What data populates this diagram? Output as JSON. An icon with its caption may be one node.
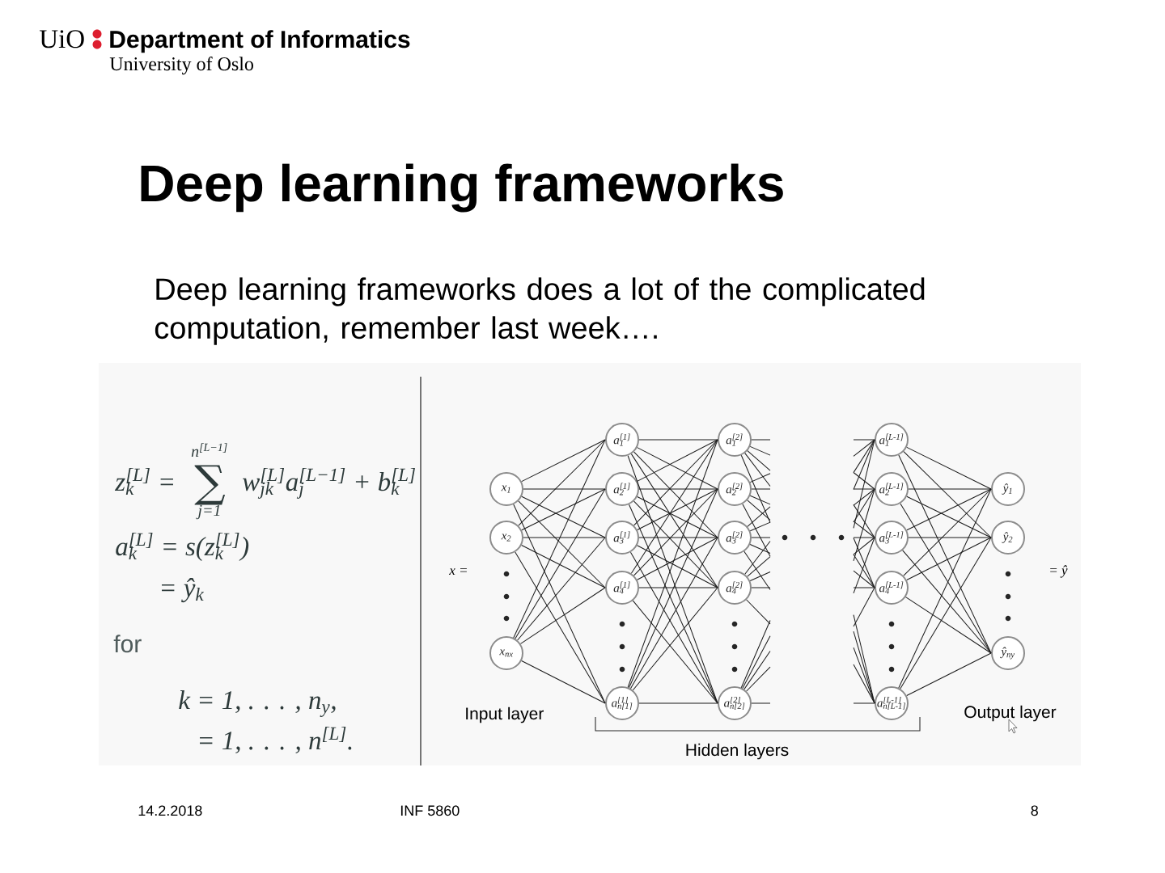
{
  "diagram": {
    "title": "Deep learning frameworks",
    "nodes": [
      {
        "text": [
          "x$_{1}$"
        ]
      },
      {
        "text": [
          "x$_{2}$"
        ]
      },
      {
        "text": [
          "x$_{nx}$"
        ]
      },
      {
        "text": [
          "a$_{1}$$^{[1]}$"
        ]
      },
      {
        "text": [
          "a$_{2}$$^{[1]}$"
        ]
      },
      {
        "text": [
          "a$_{3}$$^{[1]}$"
        ]
      },
      {
        "text": [
          "a$_{4}$$^{[1]}$"
        ]
      },
      {
        "text": [
          "a$_{n[1]}$$^{[1]}$"
        ]
      },
      {
        "text": [
          "a$_{1}$$^{[2]}$"
        ]
      },
      {
        "text": [
          "a$_{2}$$^{[2]}$"
        ]
      },
      {
        "text": [
          "a$_{3}$$^{[2]}$"
        ]
      },
      {
        "text": [
          "a$_{4}$$^{[2]}$"
        ]
      },
      {
        "text": [
          "a$_{n[2]}$$^{[2]}$"
        ]
      },
      {
        "text": [
          "a$_{1}$$^{[L-1]}$"
        ]
      },
      {
        "text": [
          "a$_{2}$$^{[L-1]}$"
        ]
      },
      {
        "text": [
          "a$_{3}$$^{[L-1]}$"
        ]
      },
      {
        "text": [
          "a$_{4}$$^{[L-1]}$"
        ]
      },
      {
        "text": [
          "a$_{n[L-1]}$$^{[L-1]}$"
        ]
      },
      {
        "text": [
          "ŷ$_{1}$"
        ]
      },
      {
        "text": [
          "ŷ$_{2}$"
        ]
      },
      {
        "text": [
          "ŷ$_{ny}$"
        ]
      }
    ],
    "edges": [
      {
        "from": 0,
        "to": 3,
        "arrow": "none"
      },
      {
        "from": 0,
        "to": 4,
        "arrow": "none"
      },
      {
        "from": 0,
        "to": 5,
        "arrow": "none"
      },
      {
        "from": 0,
        "to": 6,
        "arrow": "none"
      },
      {
        "from": 0,
        "to": 7,
        "arrow": "none"
      },
      {
        "from": 1,
        "to": 3,
        "arrow": "none"
      },
      {
        "from": 1,
        "to": 4,
        "arrow": "none"
      },
      {
        "from": 1,
        "to": 5,
        "arrow": "none"
      },
      {
        "from": 1,
        "to": 6,
        "arrow": "none"
      },
      {
        "from": 1,
        "to": 7,
        "arrow": "none"
      },
      {
        "from": 2,
        "to": 3,
        "arrow": "none"
      },
      {
        "from": 2,
        "to": 4,
        "arrow": "none"
      },
      {
        "from": 2,
        "to": 5,
        "arrow": "none"
      },
      {
        "from": 2,
        "to": 6,
        "arrow": "none"
      },
      {
        "from": 2,
        "to": 7,
        "arrow": "none"
      },
      {
        "from": 3,
        "to": 8,
        "arrow": "none"
      },
      {
        "from": 3,
        "to": 9,
        "arrow": "none"
      },
      {
        "from": 3,
        "to": 10,
        "arrow": "none"
      },
      {
        "from": 3,
        "to": 11,
        "arrow": "none"
      },
      {
        "from": 3,
        "to": 12,
        "arrow": "none"
      },
      {
        "from": 4,
        "to": 8,
        "arrow": "none"
      },
      {
        "from": 4,
        "to": 9,
        "arrow": "none"
      },
      {
        "from": 4,
        "to": 10,
        "arrow": "none"
      },
      {
        "from": 4,
        "to": 11,
        "arrow": "none"
      },
      {
        "from": 4,
        "to": 12,
        "arrow": "none"
      },
      {
        "from": 5,
        "to": 8,
        "arrow": "none"
      },
      {
        "from": 5,
        "to": 9,
        "arrow": "none"
      },
      {
        "from": 5,
        "to": 10,
        "arrow": "none"
      },
      {
        "from": 5,
        "to": 11,
        "arrow": "none"
      },
      {
        "from": 5,
        "to": 12,
        "arrow": "none"
      },
      {
        "from": 6,
        "to": 8,
        "arrow": "none"
      },
      {
        "from": 6,
        "to": 9,
        "arrow": "none"
      },
      {
        "from": 6,
        "to": 10,
        "arrow": "none"
      },
      {
        "from": 6,
        "to": 11,
        "arrow": "none"
      },
      {
        "from": 6,
        "to": 12,
        "arrow": "none"
      },
      {
        "from": 7,
        "to": 8,
        "arrow": "none"
      },
      {
        "from": 7,
        "to": 9,
        "arrow": "none"
      },
      {
        "from": 7,
        "to": 10,
        "arrow": "none"
      },
      {
        "from": 7,
        "to": 11,
        "arrow": "none"
      },
      {
        "from": 7,
        "to": 12,
        "arrow": "none"
      },
      {
        "from": 8,
        "to": null,
        "arrow": "none"
      },
      {
        "from": 8,
        "to": null,
        "arrow": "none"
      },
      {
        "from": 8,
        "to": null,
        "arrow": "none"
      },
      {
        "from": 8,
        "to": null,
        "arrow": "none"
      },
      {
        "from": 8,
        "to": null,
        "arrow": "none"
      },
      {
        "from": 9,
        "to": null,
        "arrow": "none"
      },
      {
        "from": 9,
        "to": null,
        "arrow": "none"
      },
      {
        "from": 9,
        "to": null,
        "arrow": "none"
      },
      {
        "from": 9,
        "to": null,
        "arrow": "none"
      },
      {
        "from": 9,
        "to": null,
        "arrow": "none"
      },
      {
        "from": 10,
        "to": null,
        "arrow": "none"
      },
      {
        "from": 10,
        "to": null,
        "arrow": "none"
      },
      {
        "from": 10,
        "to": null,
        "arrow": "none"
      },
      {
        "from": 10,
        "to": null,
        "arrow": "none"
      },
      {
        "from": 10,
        "to": null,
        "arrow": "none"
      },
      {
        "from": 11,
        "to": null,
        "arrow": "none"
      },
      {
        "from": 11,
        "to": null,
        "arrow": "none"
      },
      {
        "from": 11,
        "to": null,
        "arrow": "none"
      },
      {
        "from": 11,
        "to": null,
        "arrow": "none"
      },
      {
        "from": 11,
        "to": null,
        "arrow": "none"
      },
      {
        "from": 12,
        "to": null,
        "arrow": "none"
      },
      {
        "from": 12,
        "to": null,
        "arrow": "none"
      },
      {
        "from": 12,
        "to": null,
        "arrow": "none"
      },
      {
        "from": 12,
        "to": null,
        "arrow": "none"
      },
      {
        "from": 12,
        "to": null,
        "arrow": "none"
      },
      {
        "from": null,
        "to": 13,
        "arrow": "none"
      },
      {
        "from": null,
        "to": 13,
        "arrow": "none"
      },
      {
        "from": null,
        "to": 13,
        "arrow": "none"
      },
      {
        "from": null,
        "to": 13,
        "arrow": "none"
      },
      {
        "from": null,
        "to": 13,
        "arrow": "none"
      },
      {
        "from": null,
        "to": 14,
        "arrow": "none"
      },
      {
        "from": null,
        "to": 14,
        "arrow": "none"
      },
      {
        "from": null,
        "to": 14,
        "arrow": "none"
      },
      {
        "from": null,
        "to": 14,
        "arrow": "none"
      },
      {
        "from": null,
        "to": 14,
        "arrow": "none"
      },
      {
        "from": null,
        "to": 15,
        "arrow": "none"
      },
      {
        "from": null,
        "to": 15,
        "arrow": "none"
      },
      {
        "from": null,
        "to": 15,
        "arrow": "none"
      },
      {
        "from": null,
        "to": 15,
        "arrow": "none"
      },
      {
        "from": null,
        "to": 15,
        "arrow": "none"
      },
      {
        "from": null,
        "to": 16,
        "arrow": "none"
      },
      {
        "from": null,
        "to": 16,
        "arrow": "none"
      },
      {
        "from": null,
        "to": 16,
        "arrow": "none"
      },
      {
        "from": null,
        "to": 16,
        "arrow": "none"
      },
      {
        "from": null,
        "to": 16,
        "arrow": "none"
      },
      {
        "from": null,
        "to": 17,
        "arrow": "none"
      },
      {
        "from": null,
        "to": 17,
        "arrow": "none"
      },
      {
        "from": null,
        "to": 17,
        "arrow": "none"
      },
      {
        "from": null,
        "to": 17,
        "arrow": "none"
      },
      {
        "from": null,
        "to": 17,
        "arrow": "none"
      },
      {
        "from": 13,
        "to": 18,
        "arrow": "none"
      },
      {
        "from": 13,
        "to": 19,
        "arrow": "none"
      },
      {
        "from": 13,
        "to": 20,
        "arrow": "none"
      },
      {
        "from": 14,
        "to": 18,
        "arrow": "none"
      },
      {
        "from": 14,
        "to": 19,
        "arrow": "none"
      },
      {
        "from": 14,
        "to": 20,
        "arrow": "none"
      },
      {
        "from": 15,
        "to": 18,
        "arrow": "none"
      },
      {
        "from": 15,
        "to": 19,
        "arrow": "none"
      },
      {
        "from": 15,
        "to": 20,
        "arrow": "none"
      },
      {
        "from": 16,
        "to": 18,
        "arrow": "none"
      },
      {
        "from": 16,
        "to": 19,
        "arrow": "none"
      },
      {
        "from": 16,
        "to": 20,
        "arrow": "none"
      },
      {
        "from": 17,
        "to": 18,
        "arrow": "none"
      },
      {
        "from": 17,
        "to": 19,
        "arrow": "none"
      },
      {
        "from": 17,
        "to": 20,
        "arrow": "none"
      }
    ],
    "labels": [
      "UiO",
      "Department of Informatics",
      "University of Oslo",
      "Deep learning frameworks does a lot of the complicated computation, remember last week….",
      "n$^{[L−1]}$",
      "z$_{k}$$^{[L]}$ =",
      "∑",
      "w$_{jk}$$^{[L]}$a$_{j}$$^{[L−1]}$ + b$_{k}$$^{[L]}$",
      "j=1",
      "a$_{k}$$^{[L]}$ = s(z$_{k}$$^{[L]}$)",
      "= ŷ$_{k}$",
      "for",
      "k = 1, . . . , n$_{y}$,",
      "= 1, . . . , n$^{[L]}$.",
      "x =",
      "= ŷ",
      "Input layer",
      "Hidden layers",
      "Output layer",
      "14.2.2018",
      "INF 5860",
      "8"
    ]
  }
}
